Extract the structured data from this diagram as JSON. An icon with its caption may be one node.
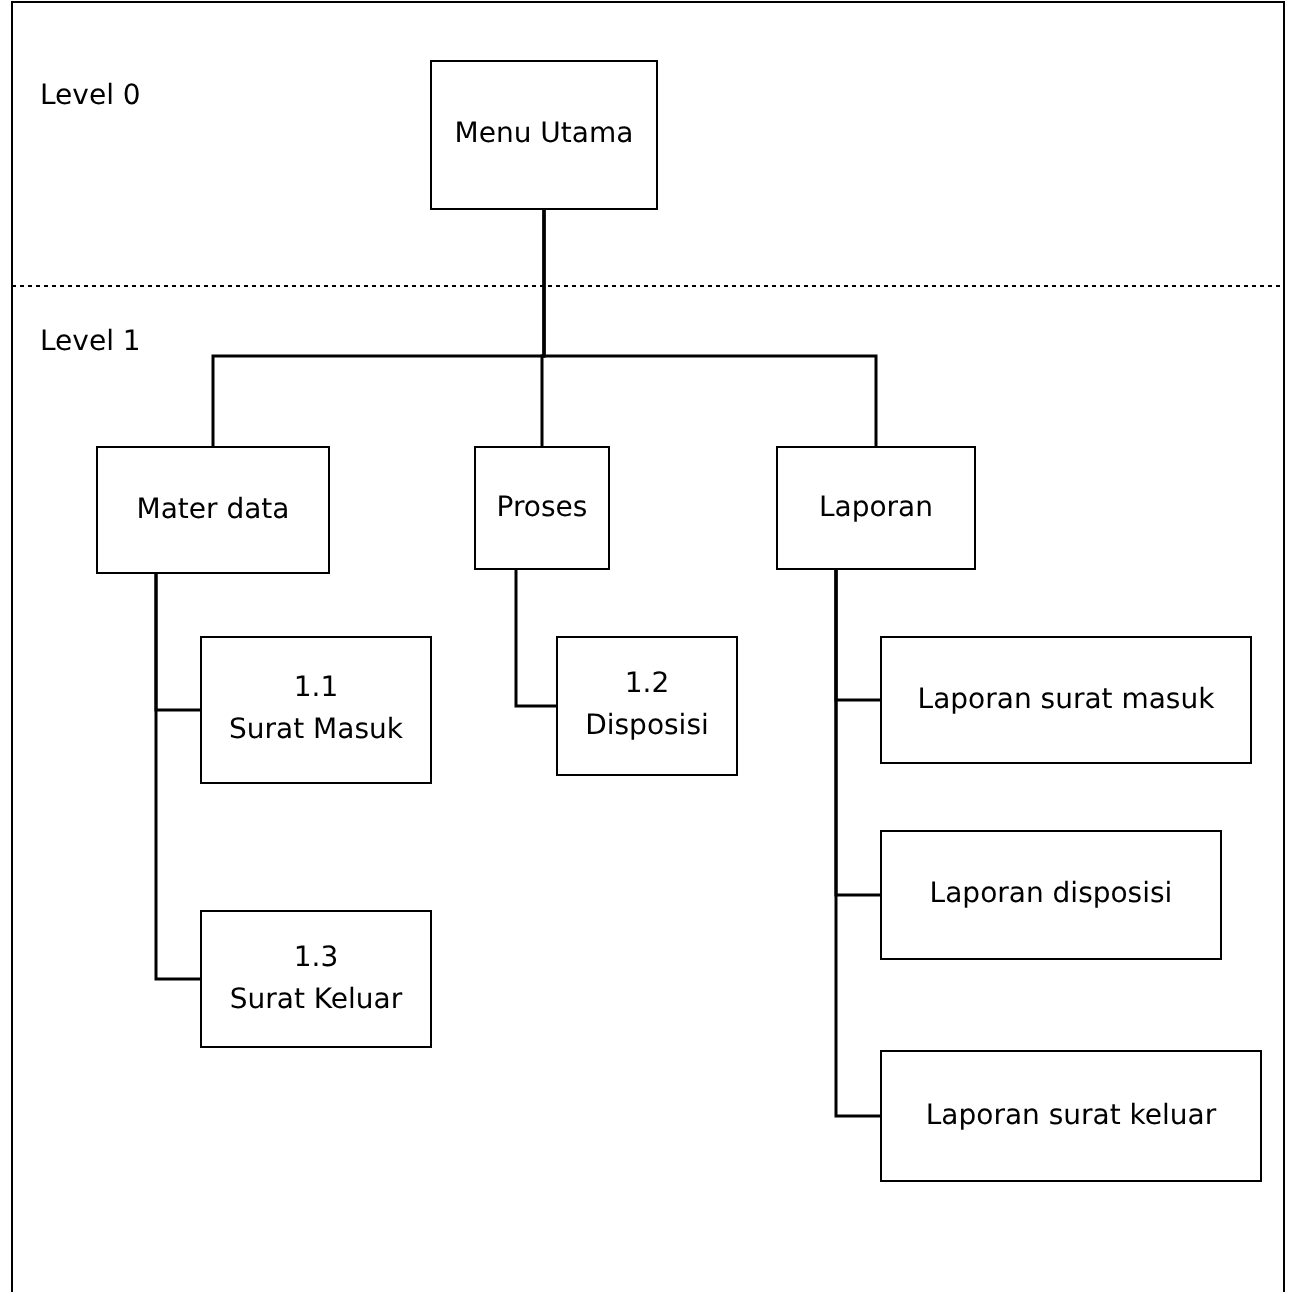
{
  "diagram": {
    "nodes": [
      {
        "text": [
          "Menu Utama"
        ]
      },
      {
        "text": [
          "Mater data"
        ]
      },
      {
        "text": [
          "Proses"
        ]
      },
      {
        "text": [
          "Laporan"
        ]
      },
      {
        "text": [
          "1.1",
          "Surat Masuk"
        ]
      },
      {
        "text": [
          "1.2",
          "Disposisi"
        ]
      },
      {
        "text": [
          "1.3",
          "Surat Keluar"
        ]
      },
      {
        "text": [
          "Laporan surat masuk"
        ]
      },
      {
        "text": [
          "Laporan disposisi"
        ]
      },
      {
        "text": [
          "Laporan surat keluar"
        ]
      }
    ],
    "edges": [
      {
        "from": 0,
        "to": 1,
        "arrow": "none"
      },
      {
        "from": 0,
        "to": 2,
        "arrow": "none"
      },
      {
        "from": 0,
        "to": 3,
        "arrow": "none"
      },
      {
        "from": 1,
        "to": 4,
        "arrow": "none"
      },
      {
        "from": 1,
        "to": 6,
        "arrow": "none"
      },
      {
        "from": 2,
        "to": 5,
        "arrow": "none"
      },
      {
        "from": 3,
        "to": 7,
        "arrow": "none"
      },
      {
        "from": 3,
        "to": 8,
        "arrow": "none"
      },
      {
        "from": 3,
        "to": 9,
        "arrow": "none"
      }
    ],
    "labels": [
      "Level 0",
      "Level 1"
    ]
  }
}
